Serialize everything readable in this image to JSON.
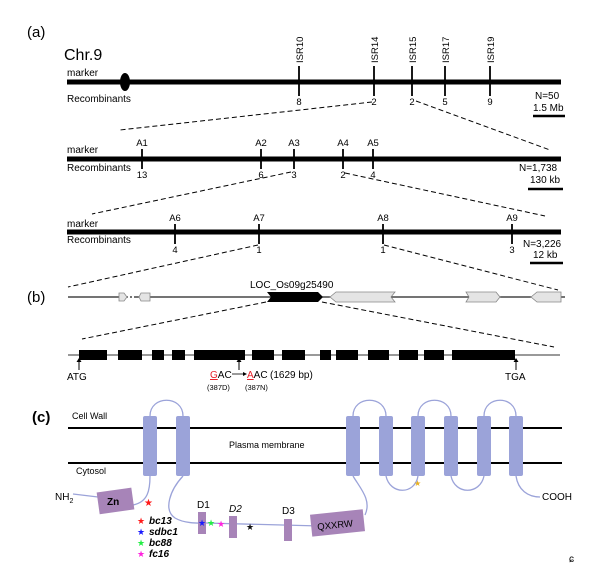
{
  "panels": {
    "a": {
      "label": "(a)",
      "chromosome": "Chr.9",
      "row_labels": {
        "marker": "marker",
        "recombinants": "Recombinants"
      },
      "levels": [
        {
          "markers": [
            {
              "name": "ISR10",
              "recombinants": "8"
            },
            {
              "name": "ISR14",
              "recombinants": "2"
            },
            {
              "name": "ISR15",
              "recombinants": "2"
            },
            {
              "name": "ISR17",
              "recombinants": "5"
            },
            {
              "name": "ISR19",
              "recombinants": "9"
            }
          ],
          "population": "N=50",
          "scale": "1.5 Mb"
        },
        {
          "markers": [
            {
              "name": "A1",
              "recombinants": "13"
            },
            {
              "name": "A2",
              "recombinants": "6"
            },
            {
              "name": "A3",
              "recombinants": "3"
            },
            {
              "name": "A4",
              "recombinants": "2"
            },
            {
              "name": "A5",
              "recombinants": "4"
            }
          ],
          "population": "N=1,738",
          "scale": "130 kb"
        },
        {
          "markers": [
            {
              "name": "A6",
              "recombinants": "4"
            },
            {
              "name": "A7",
              "recombinants": "1"
            },
            {
              "name": "A8",
              "recombinants": "1"
            },
            {
              "name": "A9",
              "recombinants": "3"
            }
          ],
          "population": "N=3,226",
          "scale": "12 kb"
        }
      ]
    },
    "b": {
      "label": "(b)",
      "gene_name": "LOC_Os09g25490",
      "start_codon": "ATG",
      "stop_codon": "TGA",
      "mutation": {
        "wt_base": "G",
        "wt_rest": "AC",
        "mut_base": "A",
        "mut_rest": "AC",
        "position": "(1629 bp)",
        "wt_aa": "(387D)",
        "mut_aa": "(387N)"
      },
      "exon_count": 13,
      "highlight_color": "#e8202a"
    },
    "c": {
      "label": "(c)",
      "cell_wall": "Cell Wall",
      "plasma_membrane": "Plasma membrane",
      "cytosol": "Cytosol",
      "n_terminus": "NH",
      "n_terminus_sub": "2",
      "c_terminus": "COOH",
      "domains": {
        "zn": "Zn",
        "d1": "D1",
        "d2": "D2",
        "d3": "D3",
        "motif": "QXXRW"
      },
      "tm_helix_count": 8,
      "legend": [
        {
          "allele": "bc13",
          "color": "#ff1a1a"
        },
        {
          "allele": "sdbc1",
          "color": "#1a1aff"
        },
        {
          "allele": "bc88",
          "color": "#22ee44"
        },
        {
          "allele": "fc16",
          "color": "#ff22dd"
        }
      ],
      "colors": {
        "helix": "#9ba3d9",
        "domain": "#a784b8",
        "loop": "#9ba3d9",
        "extra_star_1": "#111111",
        "extra_star_2": "#e8b020"
      }
    }
  }
}
